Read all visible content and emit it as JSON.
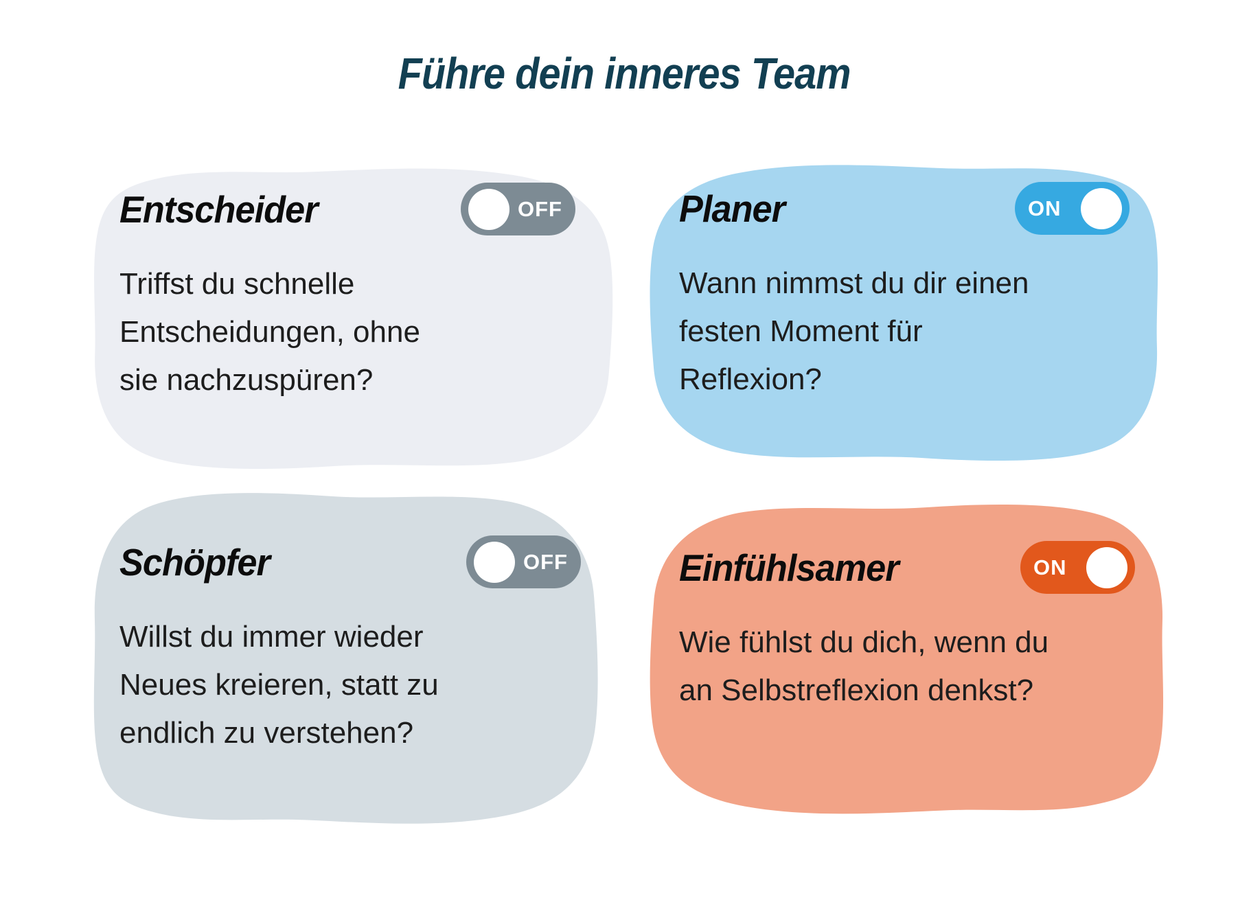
{
  "page": {
    "title": "Führe dein inneres Team",
    "title_color": "#123F52",
    "background": "#FFFFFF"
  },
  "cards": [
    {
      "title": "Entscheider",
      "state": "off",
      "toggle_label": "OFF",
      "bg": "#ECEEF3",
      "toggle_color": "#7D8B94",
      "question": "Triffst du schnelle Entscheidungen, ohne sie nachzuspüren?",
      "lines": [
        "Triffst du schnelle",
        "Entscheidungen, ohne",
        "sie nachzuspüren?"
      ]
    },
    {
      "title": "Planer",
      "state": "on",
      "toggle_label": "ON",
      "bg": "#A6D6F0",
      "toggle_color": "#36A9E1",
      "question": "Wann nimmst du dir einen festen Moment für Reflexion?",
      "lines": [
        "Wann nimmst du dir einen",
        "festen Moment für",
        "Reflexion?"
      ]
    },
    {
      "title": "Schöpfer",
      "state": "off",
      "toggle_label": "OFF",
      "bg": "#D5DDE2",
      "toggle_color": "#7D8B94",
      "question": "Willst du immer wieder Neues kreieren, statt zu endlich zu verstehen?",
      "lines": [
        "Willst du immer wieder",
        "Neues kreieren, statt zu",
        "endlich zu verstehen?"
      ]
    },
    {
      "title": "Einfühlsamer",
      "state": "on",
      "toggle_label": "ON",
      "bg": "#F2A387",
      "toggle_color": "#E2581C",
      "question": "Wie fühlst du dich, wenn du an Selbstreflexion denkst?",
      "lines": [
        "Wie fühlst du dich, wenn du",
        "an Selbstreflexion denkst?"
      ]
    }
  ]
}
